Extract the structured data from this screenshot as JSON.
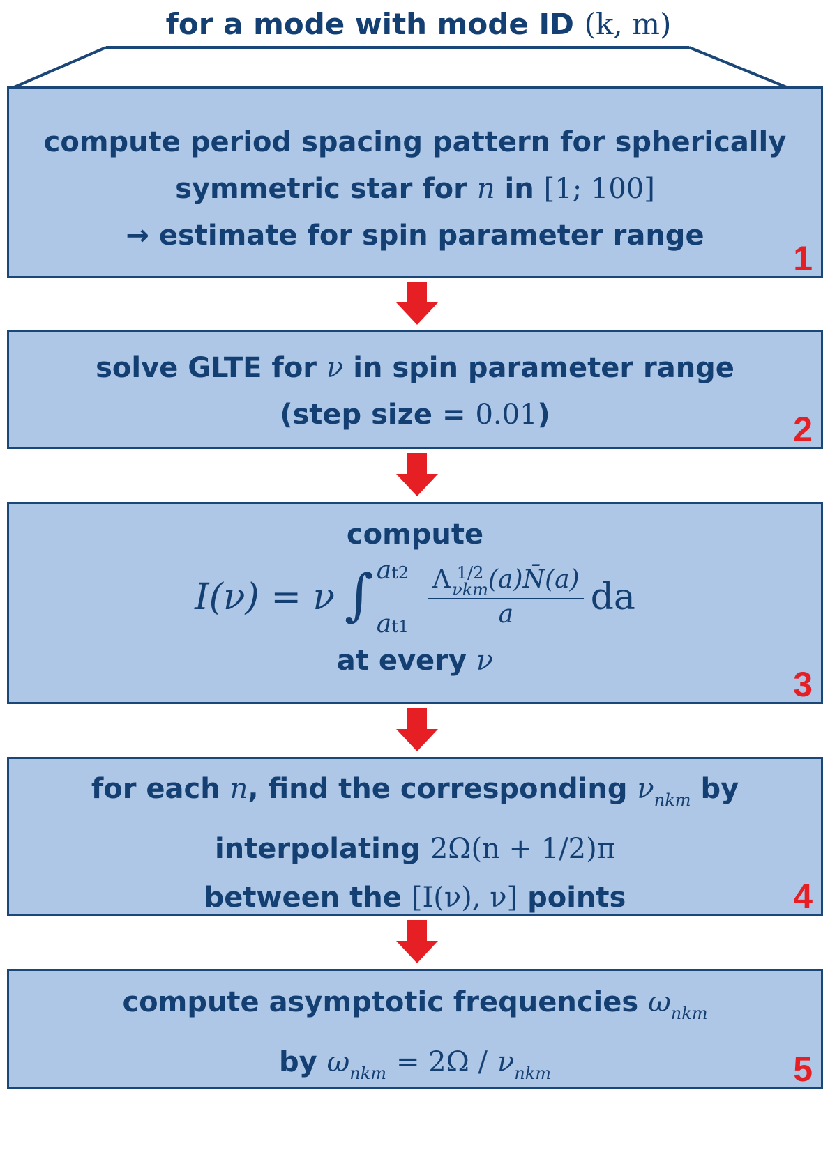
{
  "header": {
    "text": "for a mode with mode ID",
    "math": "(k, m)"
  },
  "colors": {
    "box_fill": "#aec7e7",
    "box_border": "#1a4777",
    "text": "#143f72",
    "step_number": "#e51f23",
    "arrow": "#e51f23"
  },
  "steps": [
    {
      "number": "1",
      "line1": "compute period spacing pattern for spherically",
      "line2_pre": "symmetric star for",
      "line2_var": "n",
      "line2_mid": "in",
      "line2_math": "[1; 100]",
      "line3": "→ estimate for spin parameter range"
    },
    {
      "number": "2",
      "line1_pre": "solve GLTE for",
      "line1_var": "ν",
      "line1_post": "in spin parameter range",
      "line2_pre": "(step size =",
      "line2_math": "0.01",
      "line2_post": ")"
    },
    {
      "number": "3",
      "line1": "compute",
      "formula": {
        "lhs": "I(ν) = ν",
        "upper_limit": "a",
        "upper_sub": "t2",
        "lower_limit": "a",
        "lower_sub": "t1",
        "numerator_symbol": "Λ",
        "numerator_sup": "1/2",
        "numerator_sub": "νkm",
        "numerator_rest": "(a)N̄(a)",
        "denominator": "a",
        "differential": "da"
      },
      "line3_pre": "at every",
      "line3_var": "ν"
    },
    {
      "number": "4",
      "line1_pre": "for each",
      "line1_var": "n",
      "line1_mid": ", find the corresponding",
      "line1_var2": "ν",
      "line1_sub": "nkm",
      "line1_post": "by",
      "line2_pre": "interpolating",
      "line2_math": "2Ω(n + 1/2)π",
      "line3_pre": "between the",
      "line3_math": "[I(ν), ν]",
      "line3_post": "points"
    },
    {
      "number": "5",
      "line1_pre": "compute asymptotic frequencies",
      "line1_var": "ω",
      "line1_sub": "nkm",
      "line2_pre": "by",
      "line2_var": "ω",
      "line2_sub": "nkm",
      "line2_mid": "= 2Ω /",
      "line2_var2": "ν",
      "line2_sub2": "nkm"
    }
  ]
}
